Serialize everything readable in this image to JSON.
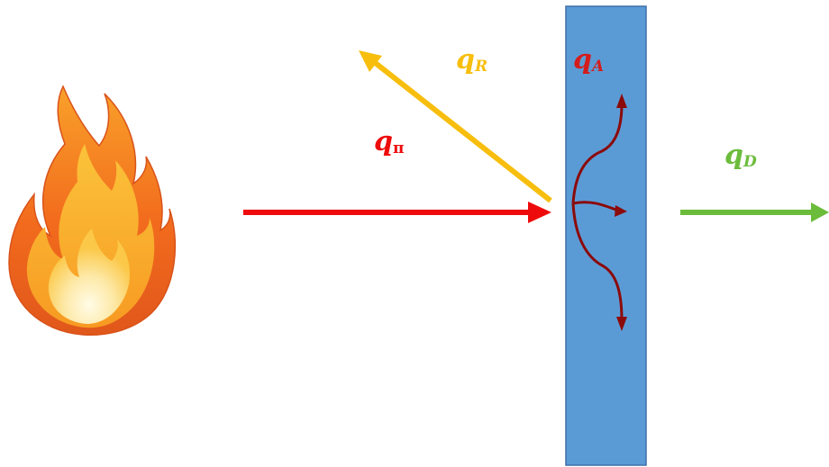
{
  "labels": {
    "incident": {
      "main": "q",
      "sub": "п"
    },
    "reflected": {
      "main": "q",
      "sub": "R"
    },
    "absorbed": {
      "main": "q",
      "sub": "A"
    },
    "transmitted": {
      "main": "q",
      "sub": "D"
    }
  },
  "colors": {
    "incident": "#ee0b0b",
    "reflected": "#f7be0e",
    "absorbed": "#d41c1c",
    "transmitted": "#6cbc3c",
    "wall_fill": "#5b9bd5",
    "wall_stroke": "#3f6fa8",
    "internal_arrows": "#8b0a0a",
    "flame_outer": "#f26b1d",
    "flame_middle": "#f9a42a",
    "flame_inner": "#fde7a0"
  },
  "icons": {
    "flame": "flame-icon"
  }
}
